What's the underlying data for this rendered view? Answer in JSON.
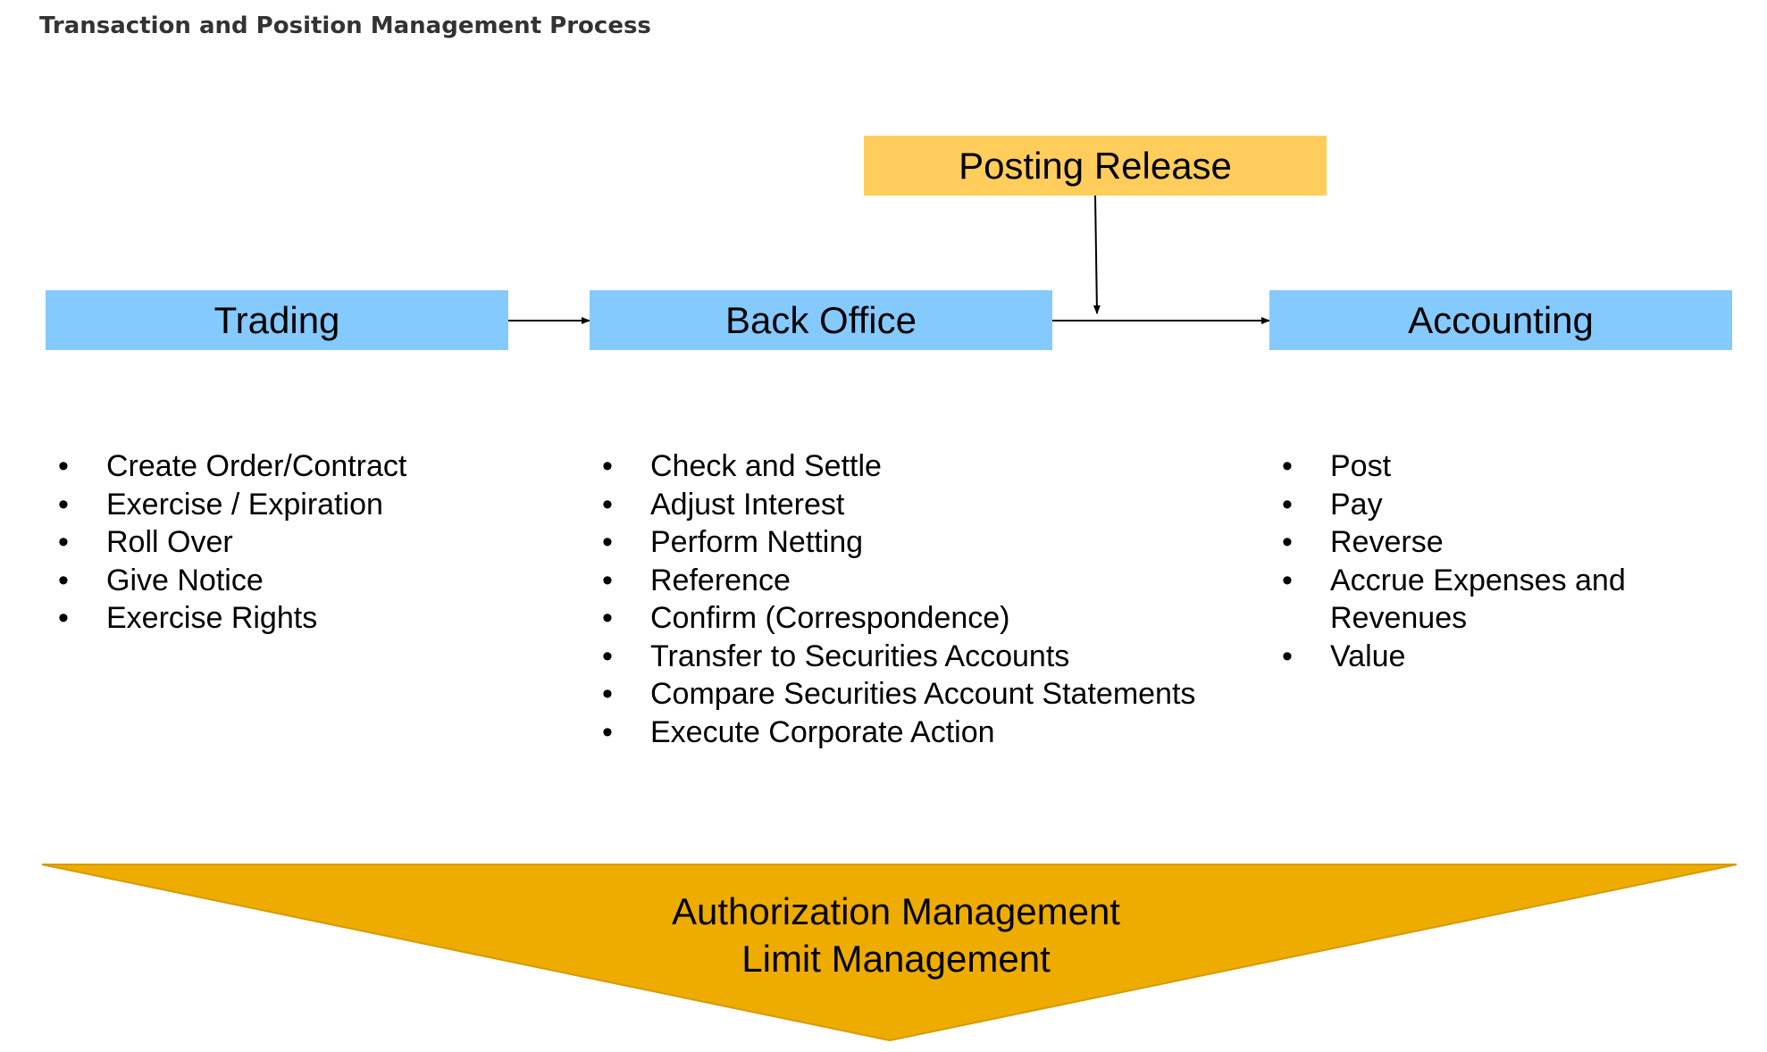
{
  "page_title": "Transaction and Position Management Process",
  "colors": {
    "stage_box": "#84caff",
    "posting_box": "#ffcd5b",
    "banner": "#eeac00",
    "connector": "#000000"
  },
  "diagram": {
    "posting_release": "Posting Release",
    "stages": [
      {
        "label": "Trading",
        "tasks": [
          "Create Order/Contract",
          "Exercise / Expiration",
          "Roll Over",
          "Give Notice",
          "Exercise Rights"
        ]
      },
      {
        "label": "Back Office",
        "tasks": [
          "Check and Settle",
          "Adjust Interest",
          "Perform Netting",
          "Reference",
          "Confirm (Correspondence)",
          "Transfer to Securities Accounts",
          "Compare Securities Account Statements",
          "Execute Corporate Action"
        ]
      },
      {
        "label": "Accounting",
        "tasks": [
          "Post",
          "Pay",
          "Reverse",
          "Accrue Expenses and Revenues",
          "Value"
        ]
      }
    ],
    "banner": {
      "line1": "Authorization Management",
      "line2": "Limit Management"
    }
  }
}
